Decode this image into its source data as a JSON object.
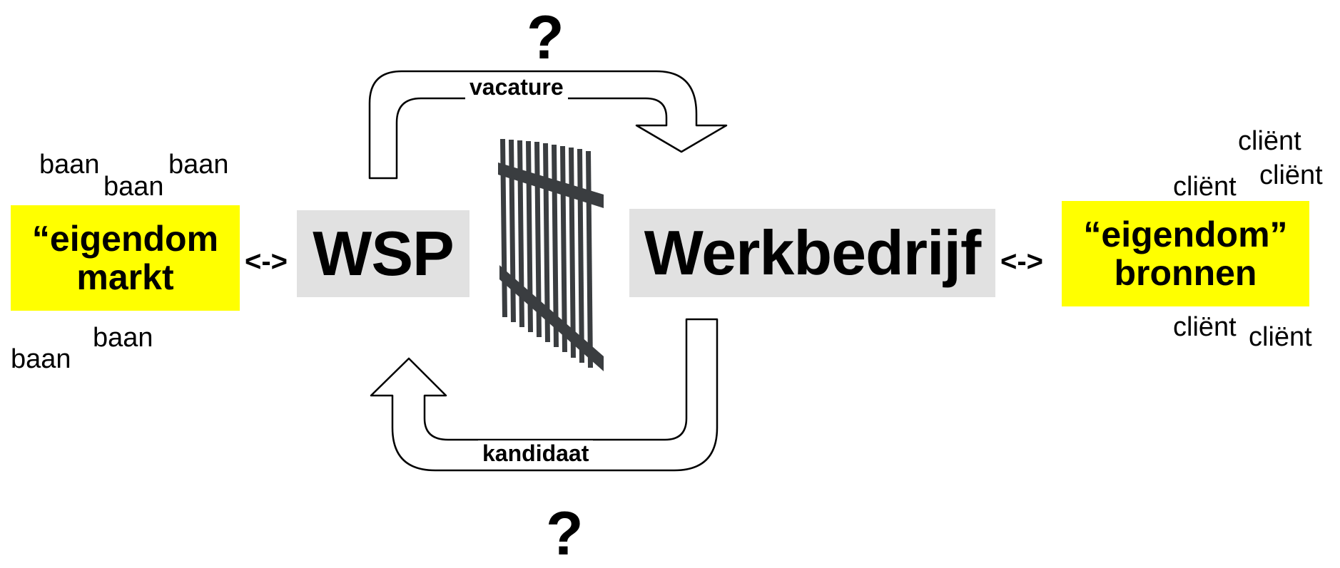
{
  "left": {
    "market_box": {
      "line1": "“eigendom",
      "line2": "markt"
    },
    "jobs": [
      "baan",
      "baan",
      "baan",
      "baan",
      "baan"
    ]
  },
  "right": {
    "sources_box": {
      "line1": "“eigendom”",
      "line2": "bronnen"
    },
    "clients": [
      "cliënt",
      "cliënt",
      "cliënt",
      "cliënt",
      "cliënt"
    ]
  },
  "center": {
    "wsp": "WSP",
    "werkbedrijf": "Werkbedrijf",
    "top_arrow_label": "vacature",
    "bottom_arrow_label": "kandidaat",
    "question_top": "?",
    "question_bottom": "?",
    "connector_left": "<->",
    "connector_right": "<->"
  },
  "colors": {
    "highlight": "#ffff00",
    "label_box": "#e1e1e1",
    "fence": "#3a3d40"
  }
}
